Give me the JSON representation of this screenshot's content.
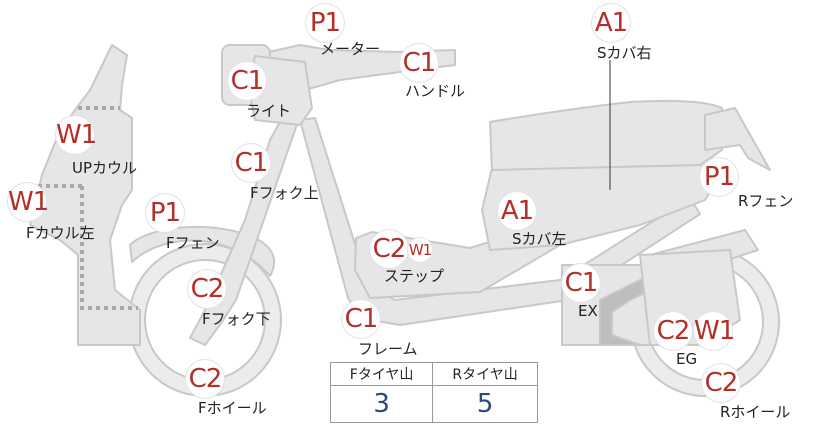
{
  "parts": {
    "meter": {
      "label": "メーター",
      "code": "P1"
    },
    "handle": {
      "label": "ハンドル",
      "code": "C1"
    },
    "light": {
      "label": "ライト",
      "code": "C1"
    },
    "s_cover_r": {
      "label": "Sカバ右",
      "code": "A1"
    },
    "up_cowl": {
      "label": "UPカウル",
      "code": "W1"
    },
    "f_cowl_l": {
      "label": "Fカウル左",
      "code": "W1"
    },
    "f_fork_up": {
      "label": "Fフォク上",
      "code": "C1"
    },
    "f_fender": {
      "label": "Fフェン",
      "code": "P1"
    },
    "r_fender": {
      "label": "Rフェン",
      "code": "P1"
    },
    "s_cover_l": {
      "label": "Sカバ左",
      "code": "A1"
    },
    "step": {
      "label": "ステップ",
      "code": "C2",
      "code2": "W1"
    },
    "f_fork_low": {
      "label": "Fフォク下",
      "code": "C2"
    },
    "ex": {
      "label": "EX",
      "code": "C1"
    },
    "frame": {
      "label": "フレーム",
      "code": "C1"
    },
    "eg": {
      "label": "EG",
      "code": "C2",
      "code2": "W1"
    },
    "f_wheel": {
      "label": "Fホイール",
      "code": "C2"
    },
    "r_wheel": {
      "label": "Rホイール",
      "code": "C2"
    }
  },
  "tread": {
    "front_header": "Fタイヤ山",
    "rear_header": "Rタイヤ山",
    "front_value": "3",
    "rear_value": "5"
  },
  "colors": {
    "code": "#b3302a",
    "body_fill": "#e6e6e6",
    "body_stroke": "#c8c8c8",
    "tread_value": "#2d4a7a"
  }
}
